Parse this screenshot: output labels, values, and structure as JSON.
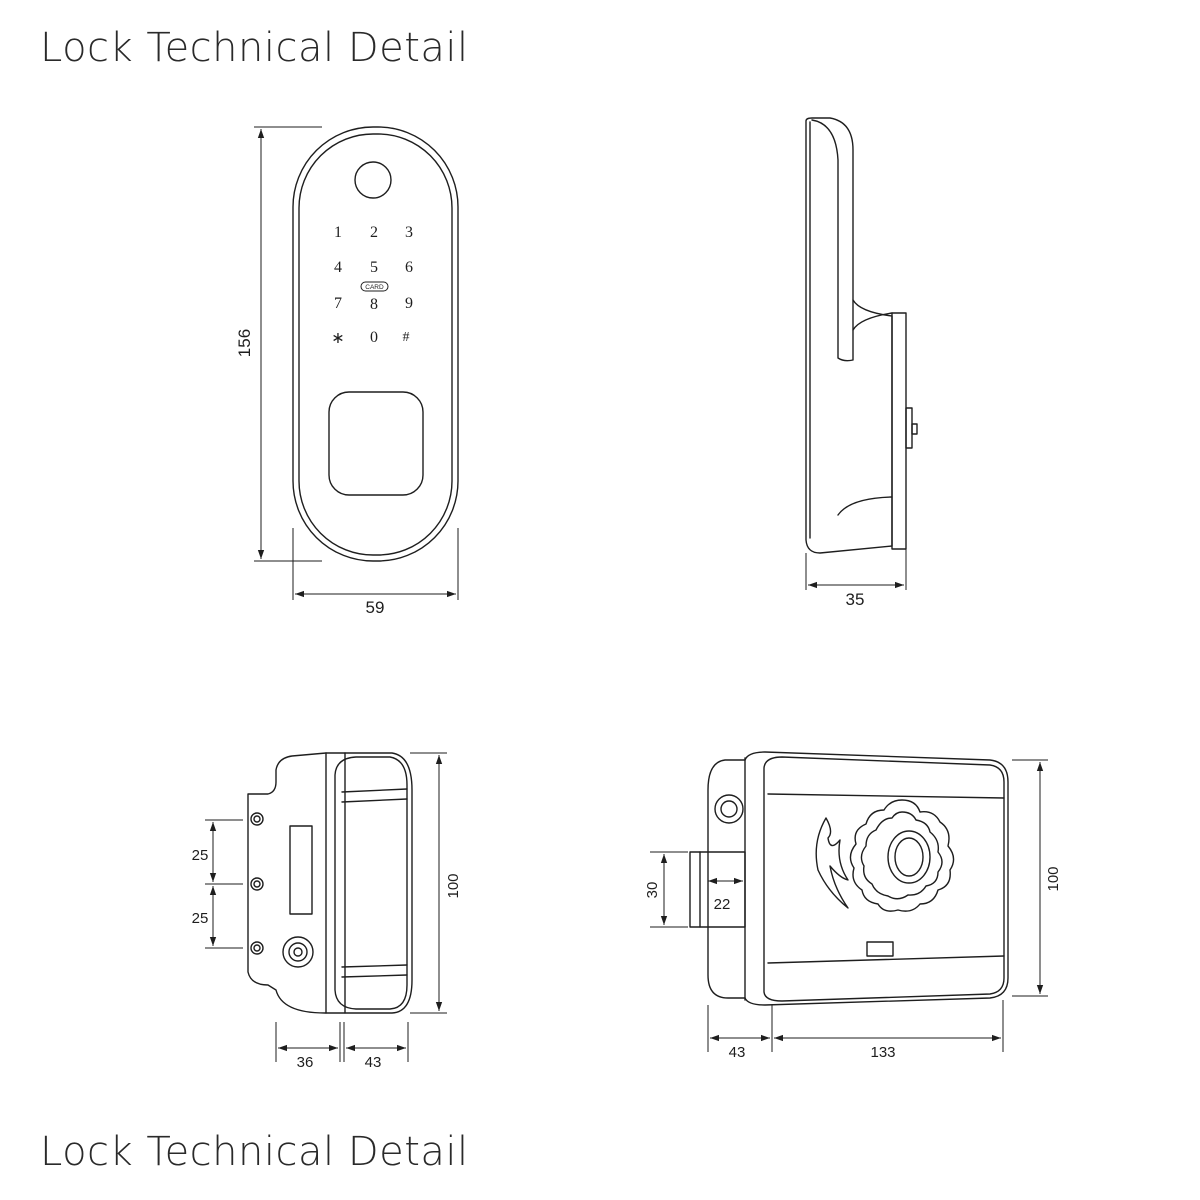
{
  "page": {
    "title_top": "Lock Technical Detail",
    "title_bottom": "Lock Technical Detail"
  },
  "keypad": {
    "keys": [
      "1",
      "2",
      "3",
      "4",
      "5",
      "6",
      "7",
      "8",
      "9",
      "∗",
      "0",
      "#"
    ],
    "card_label": "CARD"
  },
  "dimensions": {
    "front_height": "156",
    "front_width": "59",
    "side_depth": "35",
    "end_spacing_upper": "25",
    "end_spacing_lower": "25",
    "end_height": "100",
    "end_left_width": "36",
    "end_right_width": "43",
    "face_bolt_height": "30",
    "face_bolt_length": "22",
    "face_height": "100",
    "face_left_width": "43",
    "face_width": "133"
  },
  "colors": {
    "line": "#1e1e1e",
    "background": "#ffffff",
    "title": "#2a2a2a"
  }
}
